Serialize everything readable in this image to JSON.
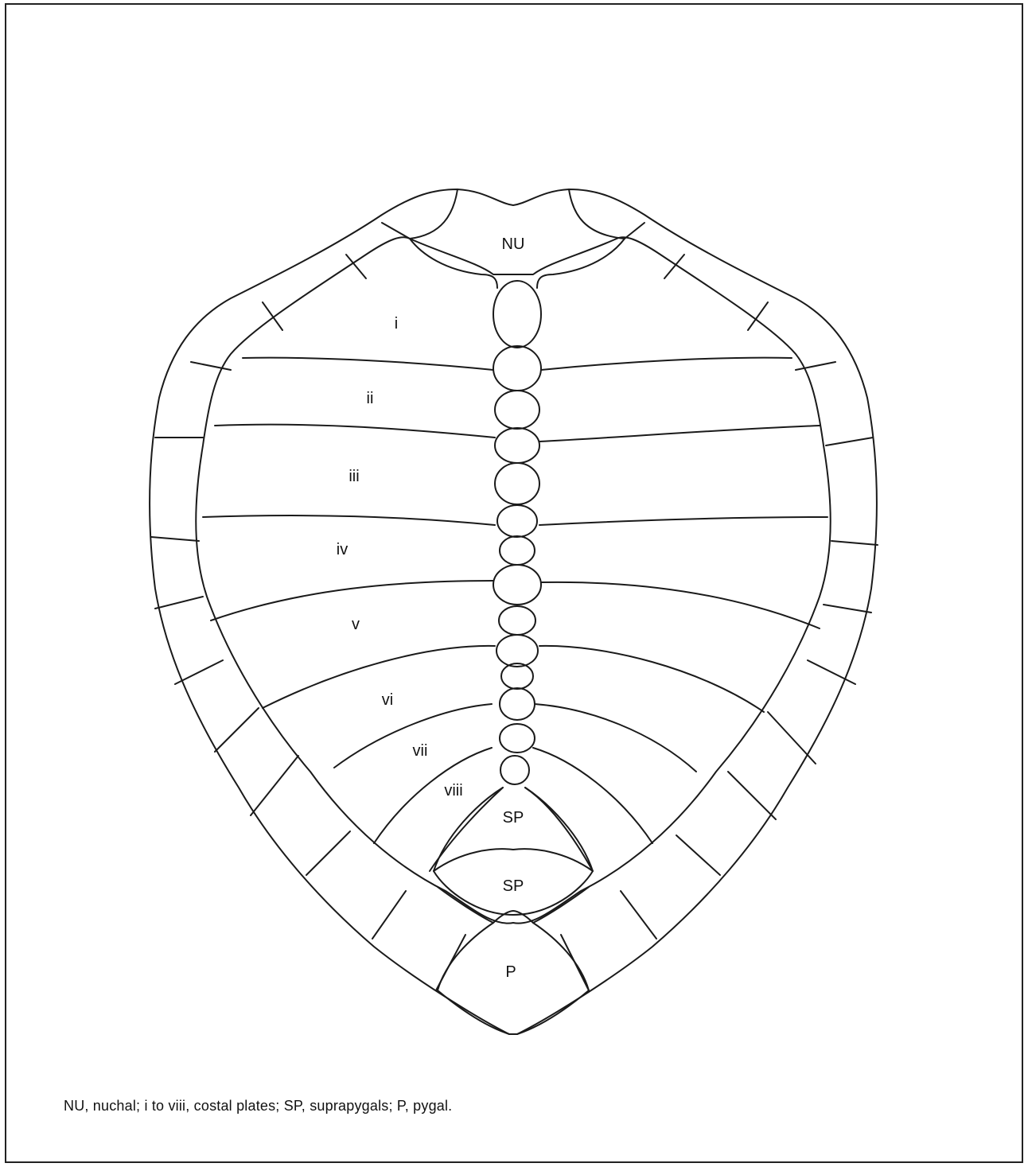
{
  "labels": {
    "nuchal": "NU",
    "costal_1": "i",
    "costal_2": "ii",
    "costal_3": "iii",
    "costal_4": "iv",
    "costal_5": "v",
    "costal_6": "vi",
    "costal_7": "vii",
    "costal_8": "viii",
    "suprapygal_1": "SP",
    "suprapygal_2": "SP",
    "pygal": "P"
  },
  "caption": "NU, nuchal; i to viii, costal plates; SP, suprapygals; P, pygal."
}
